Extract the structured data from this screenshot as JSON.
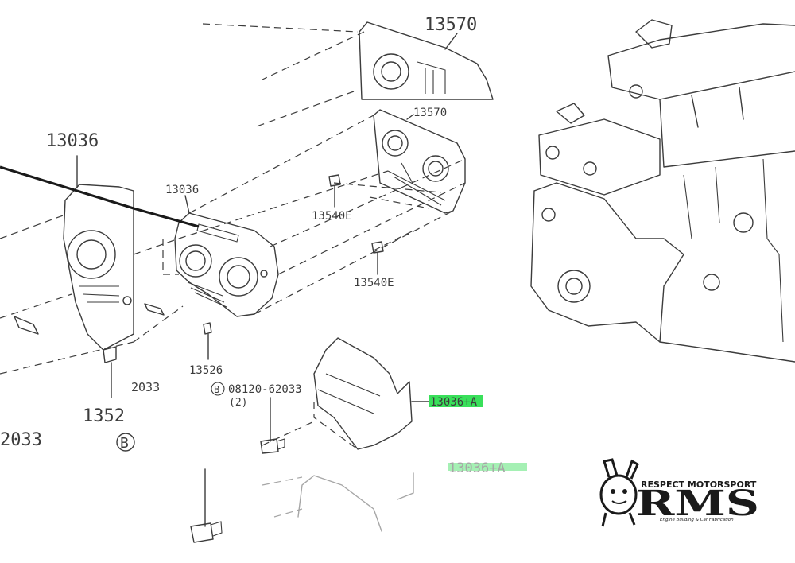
{
  "labels": {
    "big_13570": "13570",
    "big_13036": "13036",
    "big_1352": "1352",
    "big_2033": "2033",
    "big_B": "B",
    "cut_2033": "2033",
    "p_13570": "13570",
    "p_13036": "13036",
    "p_13540e_a": "13540E",
    "p_13540e_b": "13540E",
    "p_13526": "13526",
    "p_B": "B",
    "p_bolt": "08120-62033",
    "p_qty": "(2)",
    "p_13036a": "13036+A",
    "faint_13036a": "13036+A"
  },
  "logo": {
    "brand": "RESPECT MOTORSPORT",
    "letters": "RMS",
    "tagline": "Engine Building & Car Fabrication"
  },
  "colors": {
    "line": "#3c3c3c",
    "highlight": "#39e05a",
    "logo": "#1a1a1a"
  }
}
